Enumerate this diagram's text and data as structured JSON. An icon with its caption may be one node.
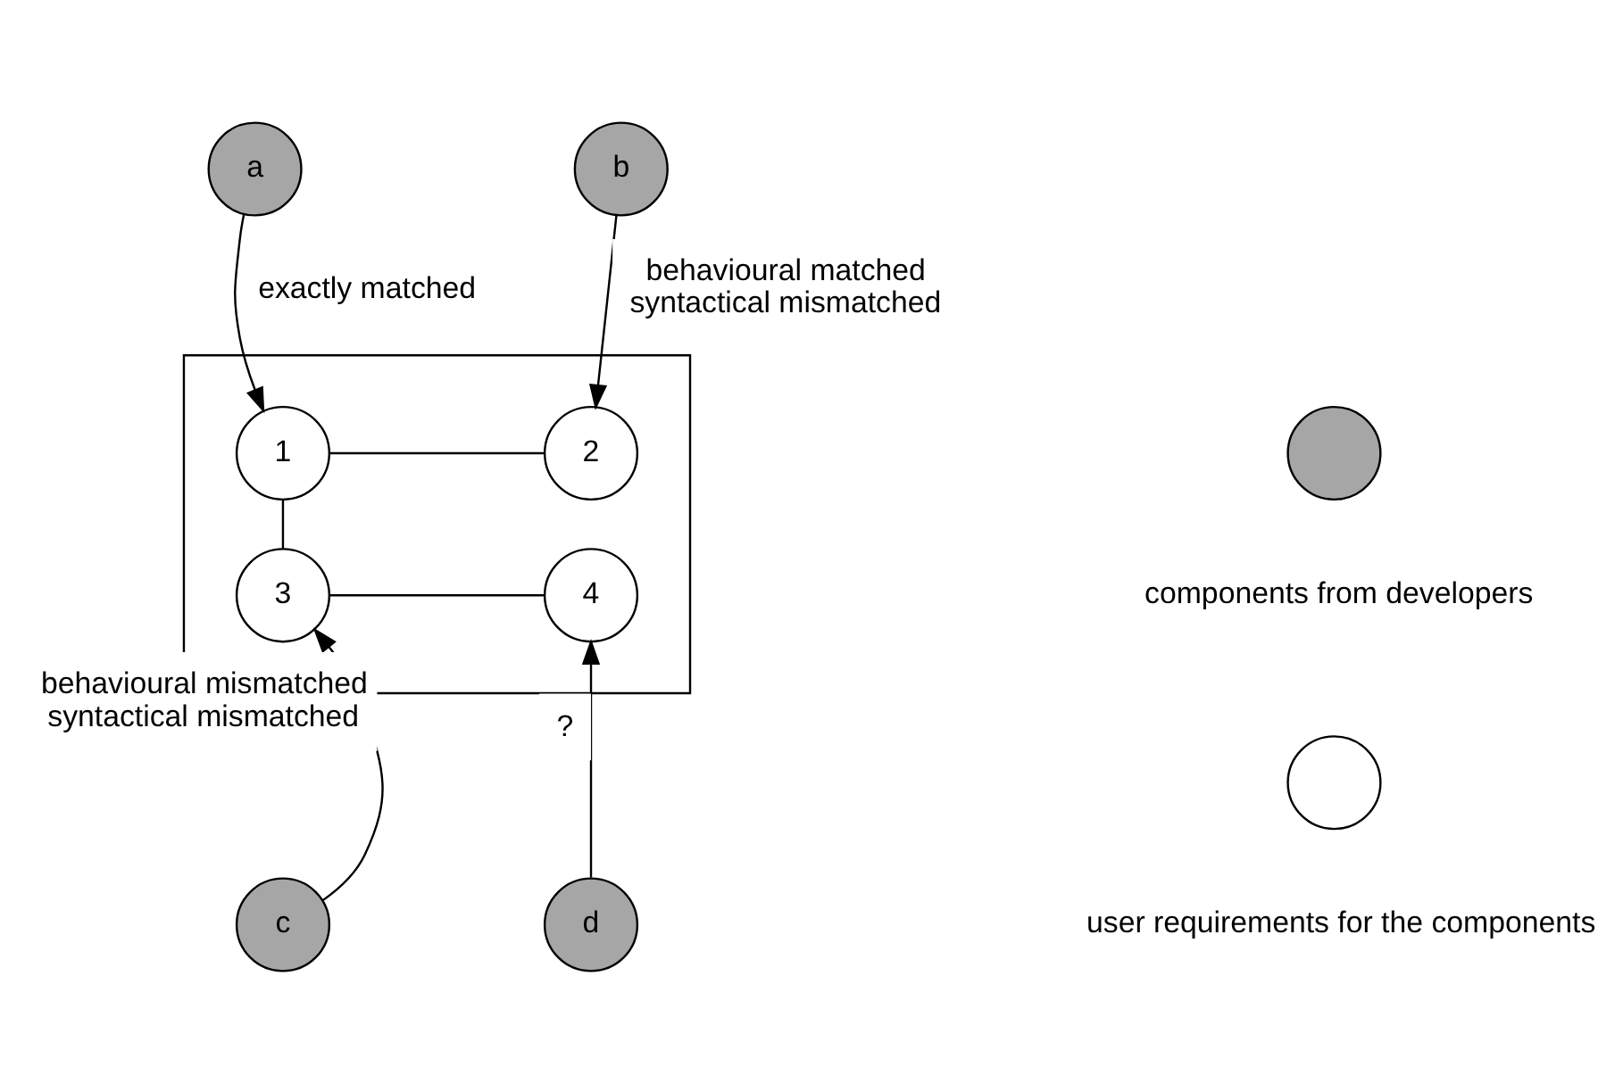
{
  "diagram": {
    "nodes": [
      {
        "text": [],
        "shape": "box"
      },
      {
        "text": [
          "1"
        ],
        "in": 0
      },
      {
        "text": [
          "2"
        ],
        "in": 0
      },
      {
        "text": [
          "3"
        ],
        "in": 0
      },
      {
        "text": [
          "4"
        ],
        "in": 0
      },
      {
        "text": [
          "a"
        ]
      },
      {
        "text": [
          "b"
        ]
      },
      {
        "text": [
          "c"
        ]
      },
      {
        "text": [
          "d"
        ]
      },
      {
        "text": [],
        "shape": "circle",
        "beside": [
          "components from developers"
        ]
      },
      {
        "text": [],
        "shape": "circle",
        "beside": [
          "user requirements for the components"
        ]
      }
    ],
    "edges": [
      {
        "from": 5,
        "to": 1,
        "arrow": "to",
        "label": "exactly matched"
      },
      {
        "from": 6,
        "to": 2,
        "arrow": "to",
        "label": "behavioural matched syntactical mismatched"
      },
      {
        "from": 1,
        "to": 2,
        "arrow": "none"
      },
      {
        "from": 1,
        "to": 3,
        "arrow": "none"
      },
      {
        "from": 3,
        "to": 4,
        "arrow": "none"
      },
      {
        "from": 7,
        "to": 3,
        "arrow": "to",
        "label": "behavioural mismatched syntactical mismatched"
      },
      {
        "from": 8,
        "to": 4,
        "arrow": "to",
        "label": "?"
      }
    ]
  }
}
